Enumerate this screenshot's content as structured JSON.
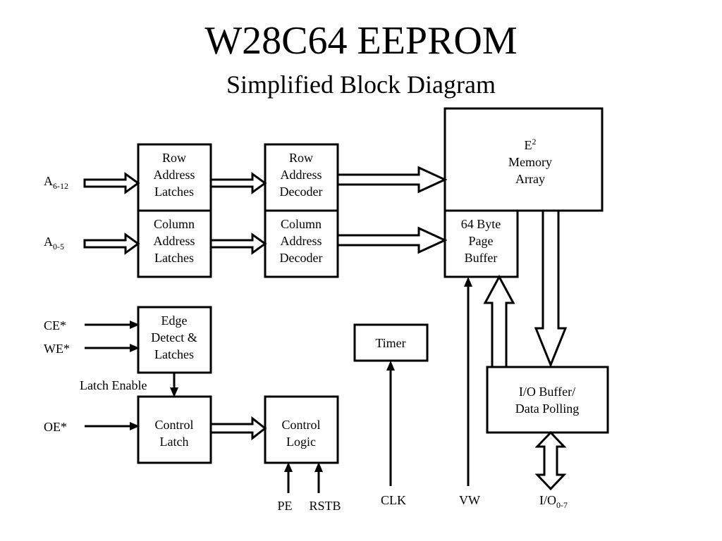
{
  "title": "W28C64 EEPROM",
  "subtitle": "Simplified Block Diagram",
  "blocks": {
    "row_latches": [
      "Row",
      "Address",
      "Latches"
    ],
    "col_latches": [
      "Column",
      "Address",
      "Latches"
    ],
    "row_decoder": [
      "Row",
      "Address",
      "Decoder"
    ],
    "col_decoder": [
      "Column",
      "Address",
      "Decoder"
    ],
    "memory": {
      "e": "E",
      "e_sup": "2",
      "line2": "Memory",
      "line3": "Array"
    },
    "page_buffer": [
      "64 Byte",
      "Page",
      "Buffer"
    ],
    "edge_detect": [
      "Edge",
      "Detect &",
      "Latches"
    ],
    "timer": "Timer",
    "io_buffer": [
      "I/O Buffer/",
      "Data Polling"
    ],
    "control_latch": [
      "Control",
      "Latch"
    ],
    "control_logic": [
      "Control",
      "Logic"
    ]
  },
  "signals": {
    "a_high": {
      "base": "A",
      "sub": "6-12"
    },
    "a_low": {
      "base": "A",
      "sub": "0-5"
    },
    "ce": "CE*",
    "we": "WE*",
    "latch_enable": "Latch Enable",
    "oe": "OE*",
    "pe": "PE",
    "rstb": "RSTB",
    "clk": "CLK",
    "vw": "VW",
    "io": {
      "base": "I/O",
      "sub": "0-7"
    }
  }
}
